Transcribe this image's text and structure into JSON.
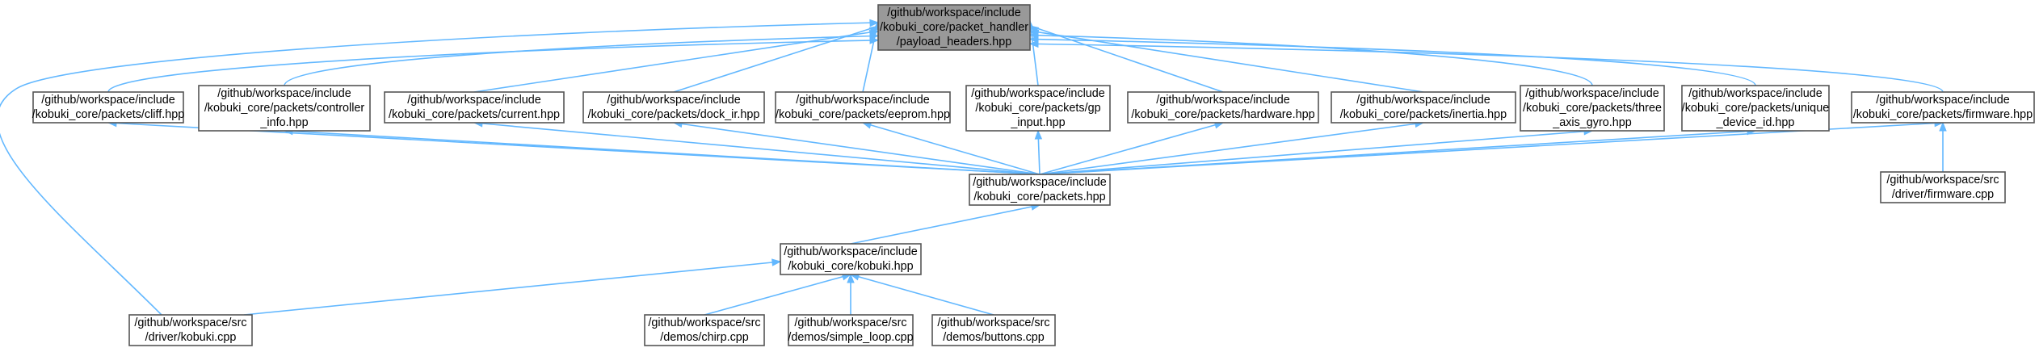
{
  "diagram": {
    "nodes": [
      {
        "id": "payload_headers",
        "focus": true,
        "lines": [
          "/github/workspace/include",
          "/kobuki_core/packet_handler",
          "/payload_headers.hpp"
        ]
      },
      {
        "id": "driver_kobuki",
        "lines": [
          "/github/workspace/src",
          "/driver/kobuki.cpp"
        ]
      },
      {
        "id": "cliff",
        "lines": [
          "/github/workspace/include",
          "/kobuki_core/packets/cliff.hpp"
        ]
      },
      {
        "id": "controller_info",
        "lines": [
          "/github/workspace/include",
          "/kobuki_core/packets/controller",
          "_info.hpp"
        ]
      },
      {
        "id": "current",
        "lines": [
          "/github/workspace/include",
          "/kobuki_core/packets/current.hpp"
        ]
      },
      {
        "id": "dock_ir",
        "lines": [
          "/github/workspace/include",
          "/kobuki_core/packets/dock_ir.hpp"
        ]
      },
      {
        "id": "eeprom",
        "lines": [
          "/github/workspace/include",
          "/kobuki_core/packets/eeprom.hpp"
        ]
      },
      {
        "id": "gp_input",
        "lines": [
          "/github/workspace/include",
          "/kobuki_core/packets/gp",
          "_input.hpp"
        ]
      },
      {
        "id": "hardware",
        "lines": [
          "/github/workspace/include",
          "/kobuki_core/packets/hardware.hpp"
        ]
      },
      {
        "id": "inertia",
        "lines": [
          "/github/workspace/include",
          "/kobuki_core/packets/inertia.hpp"
        ]
      },
      {
        "id": "three_axis_gyro",
        "lines": [
          "/github/workspace/include",
          "/kobuki_core/packets/three",
          "_axis_gyro.hpp"
        ]
      },
      {
        "id": "unique_device_id",
        "lines": [
          "/github/workspace/include",
          "/kobuki_core/packets/unique",
          "_device_id.hpp"
        ]
      },
      {
        "id": "firmware_hpp",
        "lines": [
          "/github/workspace/include",
          "/kobuki_core/packets/firmware.hpp"
        ]
      },
      {
        "id": "packets_hpp",
        "lines": [
          "/github/workspace/include",
          "/kobuki_core/packets.hpp"
        ]
      },
      {
        "id": "firmware_cpp",
        "lines": [
          "/github/workspace/src",
          "/driver/firmware.cpp"
        ]
      },
      {
        "id": "kobuki_hpp",
        "lines": [
          "/github/workspace/include",
          "/kobuki_core/kobuki.hpp"
        ]
      },
      {
        "id": "chirp",
        "lines": [
          "/github/workspace/src",
          "/demos/chirp.cpp"
        ]
      },
      {
        "id": "simple_loop",
        "lines": [
          "/github/workspace/src",
          "/demos/simple_loop.cpp"
        ]
      },
      {
        "id": "buttons",
        "lines": [
          "/github/workspace/src",
          "/demos/buttons.cpp"
        ]
      }
    ],
    "edges": [
      {
        "from": "driver_kobuki",
        "to": "payload_headers"
      },
      {
        "from": "cliff",
        "to": "payload_headers"
      },
      {
        "from": "controller_info",
        "to": "payload_headers"
      },
      {
        "from": "current",
        "to": "payload_headers"
      },
      {
        "from": "dock_ir",
        "to": "payload_headers"
      },
      {
        "from": "eeprom",
        "to": "payload_headers"
      },
      {
        "from": "gp_input",
        "to": "payload_headers"
      },
      {
        "from": "hardware",
        "to": "payload_headers"
      },
      {
        "from": "inertia",
        "to": "payload_headers"
      },
      {
        "from": "three_axis_gyro",
        "to": "payload_headers"
      },
      {
        "from": "unique_device_id",
        "to": "payload_headers"
      },
      {
        "from": "firmware_hpp",
        "to": "payload_headers"
      },
      {
        "from": "packets_hpp",
        "to": "cliff"
      },
      {
        "from": "packets_hpp",
        "to": "controller_info"
      },
      {
        "from": "packets_hpp",
        "to": "current"
      },
      {
        "from": "packets_hpp",
        "to": "dock_ir"
      },
      {
        "from": "packets_hpp",
        "to": "eeprom"
      },
      {
        "from": "packets_hpp",
        "to": "gp_input"
      },
      {
        "from": "packets_hpp",
        "to": "hardware"
      },
      {
        "from": "packets_hpp",
        "to": "inertia"
      },
      {
        "from": "packets_hpp",
        "to": "three_axis_gyro"
      },
      {
        "from": "packets_hpp",
        "to": "unique_device_id"
      },
      {
        "from": "packets_hpp",
        "to": "firmware_hpp"
      },
      {
        "from": "firmware_cpp",
        "to": "firmware_hpp"
      },
      {
        "from": "kobuki_hpp",
        "to": "packets_hpp"
      },
      {
        "from": "driver_kobuki",
        "to": "kobuki_hpp"
      },
      {
        "from": "chirp",
        "to": "kobuki_hpp"
      },
      {
        "from": "simple_loop",
        "to": "kobuki_hpp"
      },
      {
        "from": "buttons",
        "to": "kobuki_hpp"
      }
    ]
  }
}
